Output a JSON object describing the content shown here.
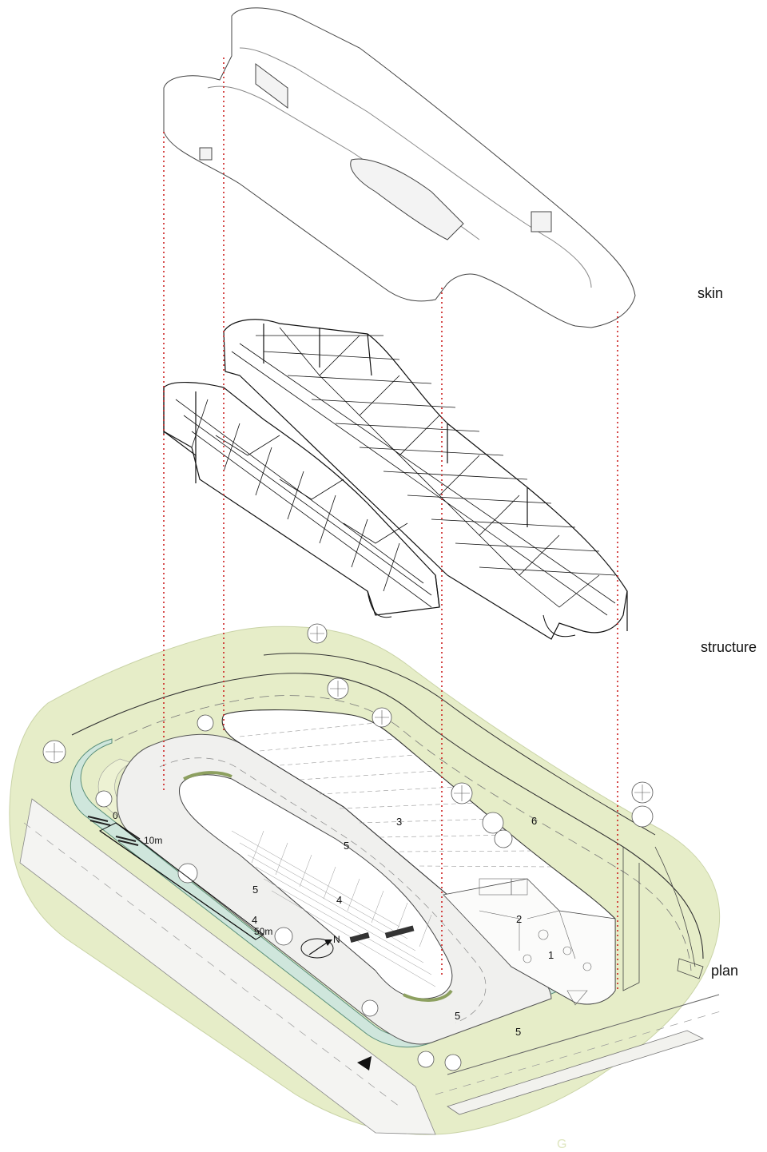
{
  "layers": {
    "skin": "skin",
    "structure": "structure",
    "plan": "plan"
  },
  "plan_labels": {
    "l1": "1",
    "l2": "2",
    "l3": "3",
    "l4a": "4",
    "l4b": "4",
    "l5a": "5",
    "l5b": "5",
    "l5c": "5",
    "l5d": "5",
    "l6": "6"
  },
  "scale_bar": {
    "zero": "0",
    "ten": "10m",
    "fifty": "50m"
  },
  "north": "N",
  "watermark": "G",
  "colors": {
    "landscape": "#e6edc8",
    "water": "#cfe6dc",
    "guide_line": "#cc1f1f",
    "linework": "#111111"
  }
}
